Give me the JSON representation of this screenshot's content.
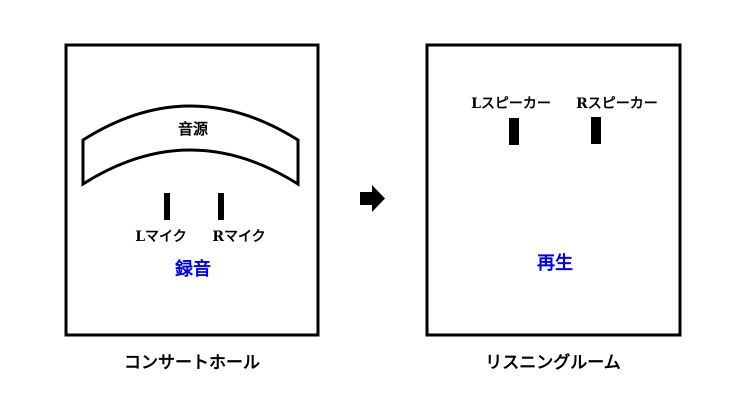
{
  "colors": {
    "line": "#000000",
    "accent": "#0000ee"
  },
  "left_panel": {
    "source_label": "音源",
    "mic_left_label": "Lマイク",
    "mic_right_label": "Rマイク",
    "action_label": "録音",
    "caption": "コンサートホール"
  },
  "right_panel": {
    "speaker_left_label": "Lスピーカー",
    "speaker_right_label": "Rスピーカー",
    "action_label": "再生",
    "caption": "リスニングルーム"
  },
  "arrow": {
    "icon": "right-arrow-icon"
  }
}
